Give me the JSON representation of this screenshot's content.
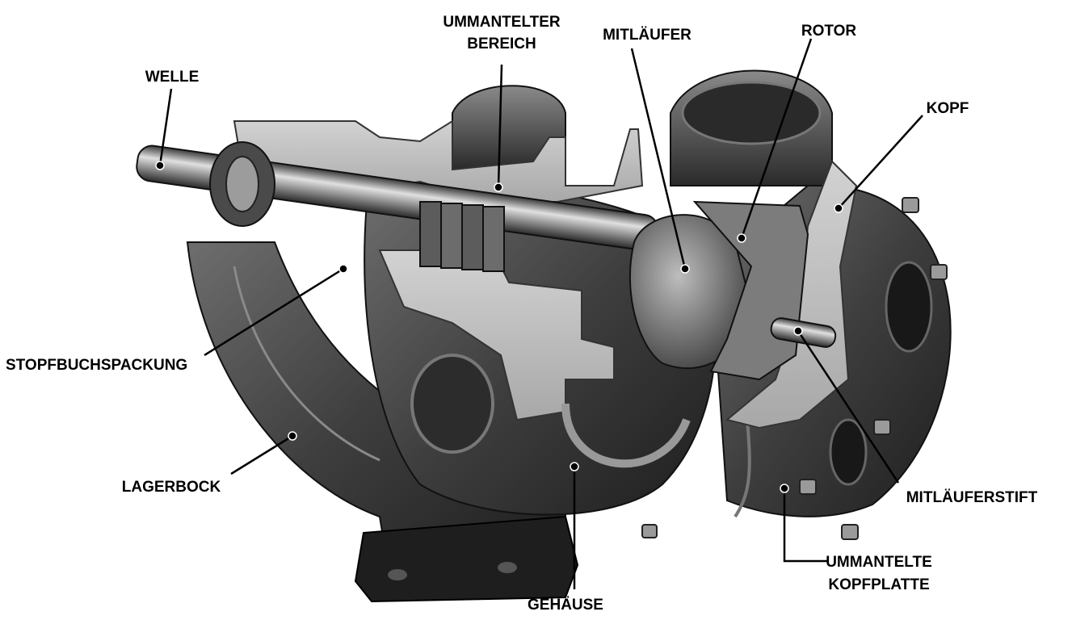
{
  "labels": {
    "ummantelter_bereich_line1": "UMMANTELTER",
    "ummantelter_bereich_line2": "BEREICH",
    "mitlaeufer": "MITLÄUFER",
    "rotor": "ROTOR",
    "welle": "WELLE",
    "kopf": "KOPF",
    "stopfbuchspackung": "STOPFBUCHSPACKUNG",
    "lagerbock": "LAGERBOCK",
    "mitlaeuferstift": "MITLÄUFERSTIFT",
    "gehaeuse": "GEHÄUSE",
    "ummantelte_kopfplatte_line1": "UMMANTELTE",
    "ummantelte_kopfplatte_line2": "KOPFPLATTE"
  },
  "colors": {
    "label": "#000000",
    "background": "#ffffff"
  }
}
